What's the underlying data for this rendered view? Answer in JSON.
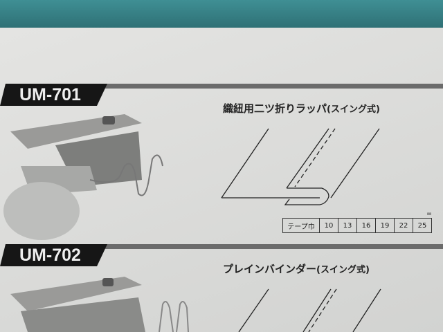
{
  "products": [
    {
      "model": "UM-701",
      "title": "織紐用二ツ折りラッパ",
      "title_suffix": "(スイング式)",
      "table": {
        "header": "テープ巾",
        "values": [
          "10",
          "13",
          "16",
          "19",
          "22",
          "25"
        ],
        "unit": "㎜"
      }
    },
    {
      "model": "UM-702",
      "title": "プレインバインダー",
      "title_suffix": "(スイング式)"
    }
  ]
}
